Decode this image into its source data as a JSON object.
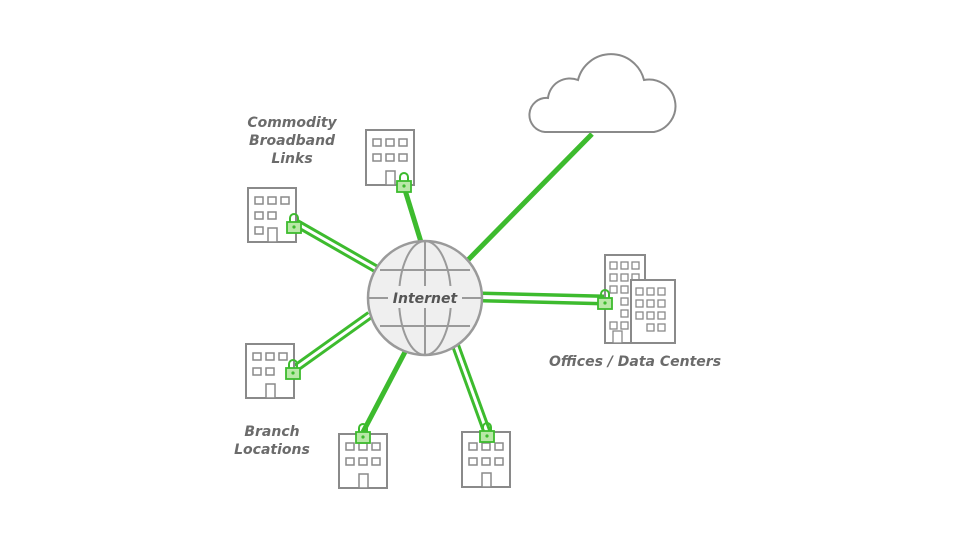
{
  "labels": {
    "internet": "Internet",
    "commodity": [
      "Commodity",
      "Broadband",
      "Links"
    ],
    "branch": [
      "Branch",
      "Locations"
    ],
    "offices": "Offices / Data Centers"
  },
  "colors": {
    "link": "#3dbb2e",
    "link_light": "#7fd46a",
    "outline": "#8a8a8a",
    "lock_fill": "#b9e8a8",
    "globe_fill": "#efefef"
  },
  "icons": {
    "cloud": "cloud-icon",
    "globe": "globe-icon",
    "building": "building-icon",
    "lock": "padlock-icon"
  }
}
